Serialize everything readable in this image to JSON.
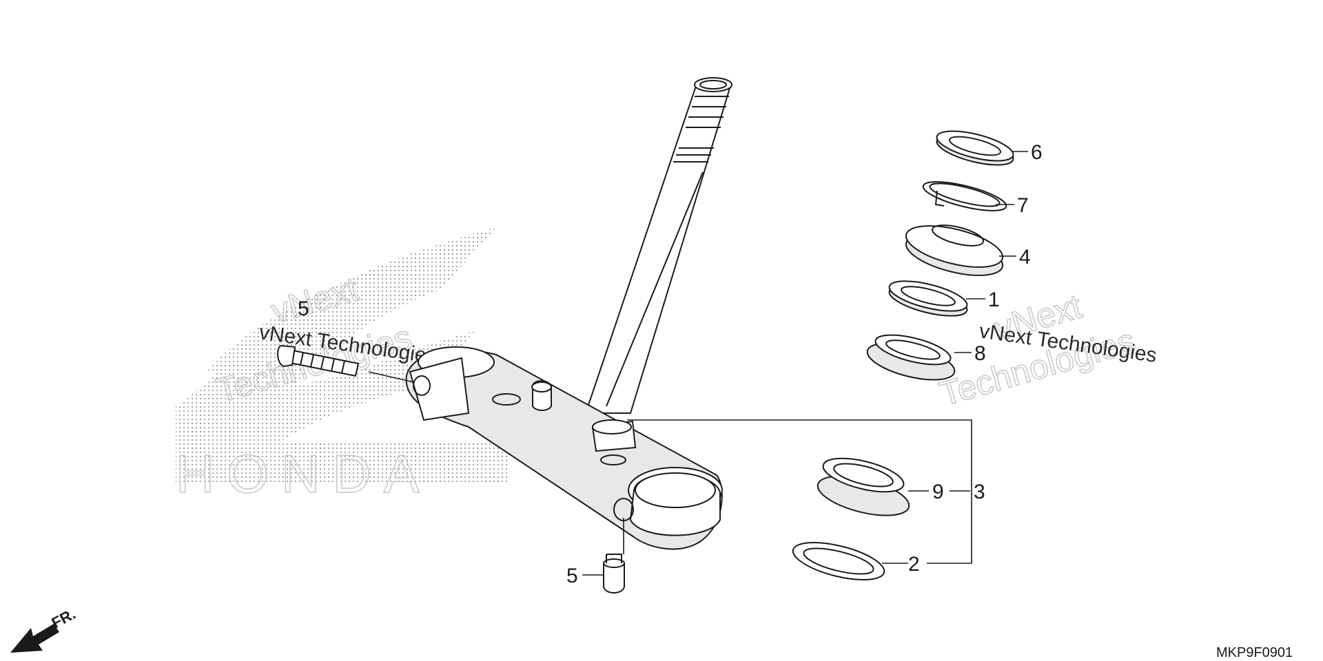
{
  "watermark": {
    "brand": "HONDA",
    "company_line1": "vNext",
    "company_line2": "Technologies",
    "company_full": "vNext Technologies"
  },
  "callouts": {
    "c1": "1",
    "c2": "2",
    "c3": "3",
    "c4": "4",
    "c5_bolt_side": "5",
    "c5_bolt_bottom": "5",
    "c6": "6",
    "c7": "7",
    "c8": "8",
    "c9": "9"
  },
  "direction_label": "FR.",
  "reference_code": "MKP9F0901",
  "icons": {
    "direction": "front-direction-arrow-icon"
  }
}
